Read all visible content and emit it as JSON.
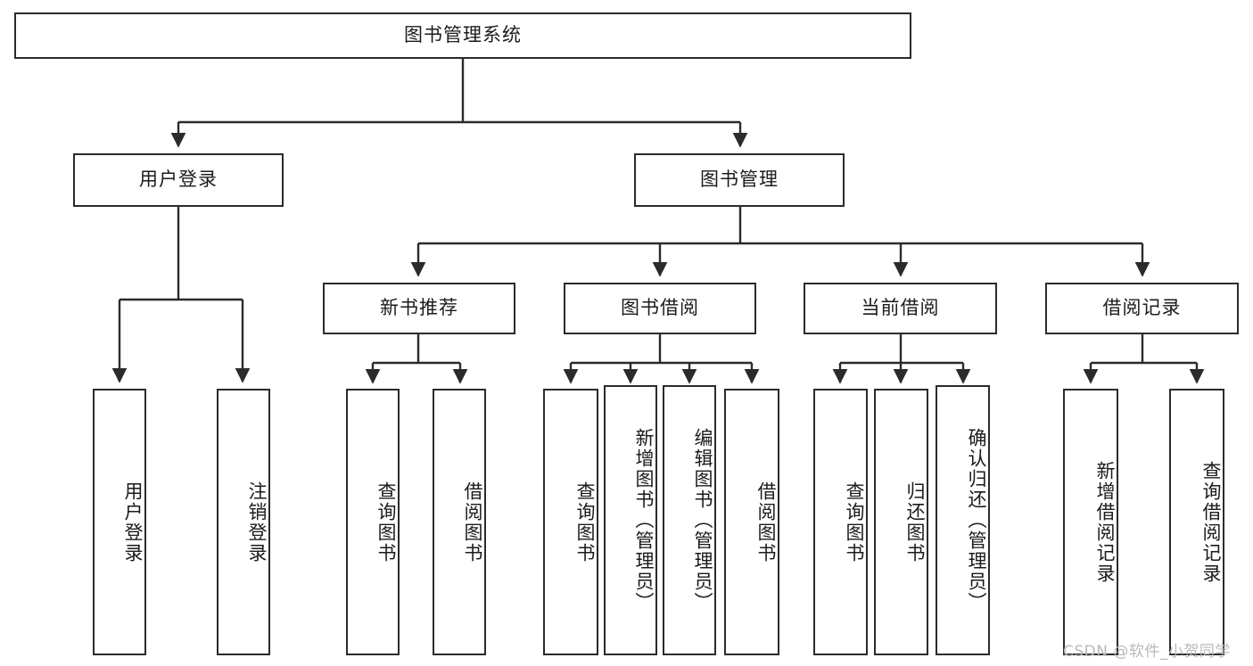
{
  "diagram": {
    "title": "图书管理系统",
    "type": "tree-hierarchy",
    "root": {
      "label": "图书管理系统",
      "children": [
        {
          "label": "用户登录",
          "children": [
            {
              "label": "用户登录"
            },
            {
              "label": "注销登录"
            }
          ]
        },
        {
          "label": "图书管理",
          "children": [
            {
              "label": "新书推荐",
              "children": [
                {
                  "label": "查询图书"
                },
                {
                  "label": "借阅图书"
                }
              ]
            },
            {
              "label": "图书借阅",
              "children": [
                {
                  "label": "查询图书"
                },
                {
                  "label": "新增图书（管理员）"
                },
                {
                  "label": "编辑图书（管理员）"
                },
                {
                  "label": "借阅图书"
                }
              ]
            },
            {
              "label": "当前借阅",
              "children": [
                {
                  "label": "查询图书"
                },
                {
                  "label": "归还图书"
                },
                {
                  "label": "确认归还（管理员）"
                }
              ]
            },
            {
              "label": "借阅记录",
              "children": [
                {
                  "label": "新增借阅记录"
                },
                {
                  "label": "查询借阅记录"
                }
              ]
            }
          ]
        }
      ]
    },
    "nodes": {
      "root": "图书管理系统",
      "user_login": "用户登录",
      "book_manage": "图书管理",
      "new_book_rec": "新书推荐",
      "book_borrow": "图书借阅",
      "current_borrow": "当前借阅",
      "borrow_record": "借阅记录",
      "leaf_user_login": "用户登录",
      "leaf_logout": "注销登录",
      "leaf_query_book_1": "查询图书",
      "leaf_borrow_book_1": "借阅图书",
      "leaf_query_book_2": "查询图书",
      "leaf_add_book": "新增图书（管理员）",
      "leaf_edit_book": "编辑图书（管理员）",
      "leaf_borrow_book_2": "借阅图书",
      "leaf_query_book_3": "查询图书",
      "leaf_return_book": "归还图书",
      "leaf_confirm_return": "确认归还（管理员）",
      "leaf_add_record": "新增借阅记录",
      "leaf_query_record": "查询借阅记录"
    },
    "colors": {
      "stroke": "#2b2b2b",
      "fill": "#ffffff",
      "text": "#1b1b1b",
      "watermark": "#b9b9b9"
    }
  },
  "watermark": {
    "text": "CSDN @软件_小贺同学"
  }
}
